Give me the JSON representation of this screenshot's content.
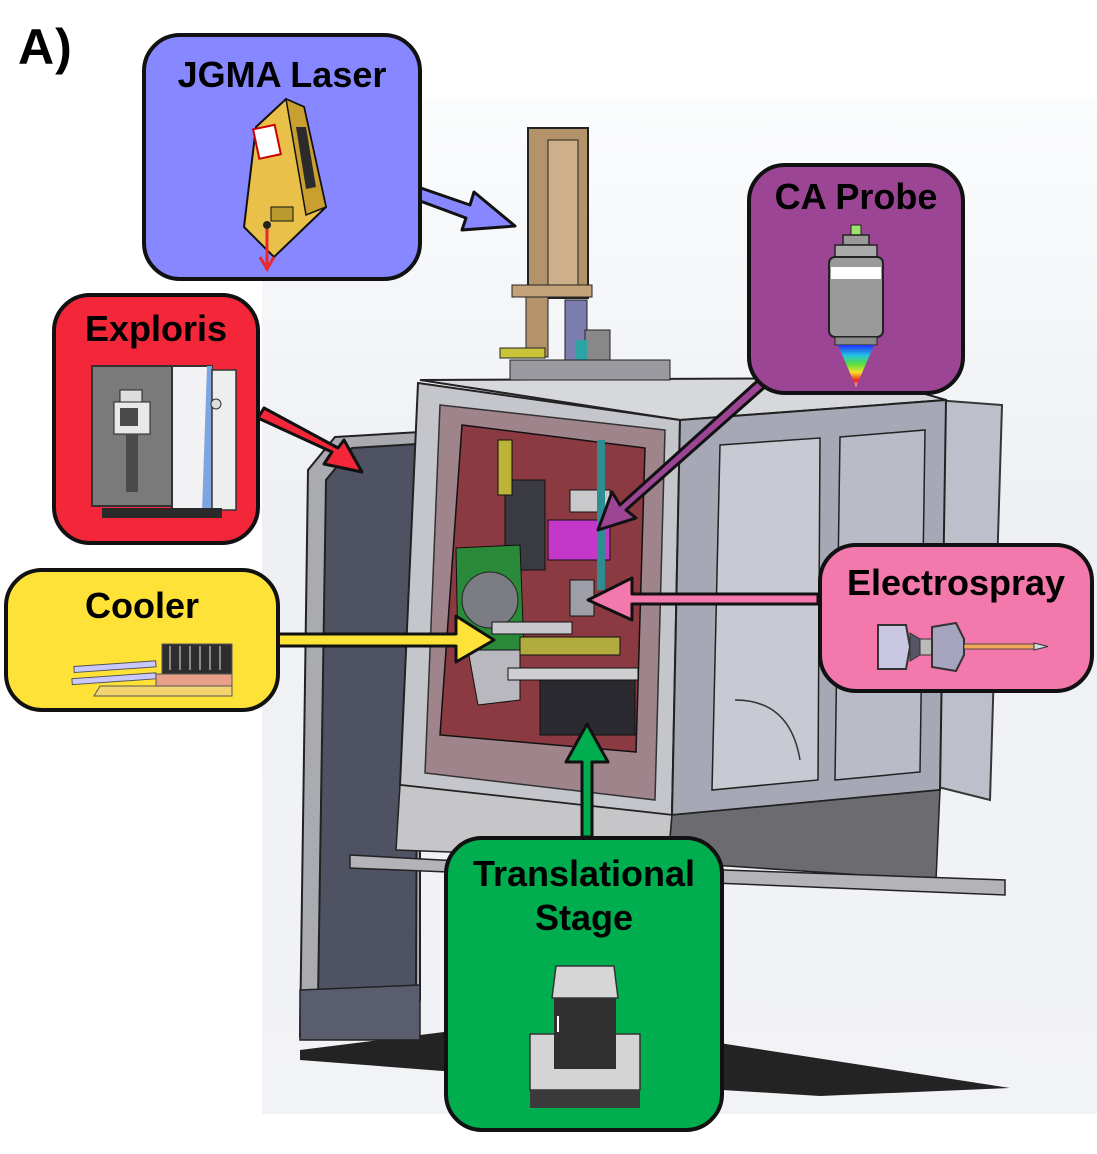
{
  "figure": {
    "panel_label": "A)",
    "subject": "Instrument enclosure CAD render",
    "callouts": [
      {
        "id": "jgma-laser",
        "title": "JGMA Laser",
        "color": "#8787ff",
        "icon": "laser-module-icon"
      },
      {
        "id": "ca-probe",
        "title": "CA Probe",
        "color": "#9b4594",
        "icon": "ca-probe-icon"
      },
      {
        "id": "exploris",
        "title": "Exploris",
        "color": "#f4273a",
        "icon": "mass-spectrometer-icon"
      },
      {
        "id": "cooler",
        "title": "Cooler",
        "color": "#ffe238",
        "icon": "cooler-icon"
      },
      {
        "id": "electrospray",
        "title": "Electrospray",
        "color": "#f378ab",
        "icon": "electrospray-emitter-icon"
      },
      {
        "id": "translational-stage",
        "title_line1": "Translational",
        "title_line2": "Stage",
        "color": "#00ad4f",
        "icon": "translation-stage-icon"
      }
    ]
  }
}
